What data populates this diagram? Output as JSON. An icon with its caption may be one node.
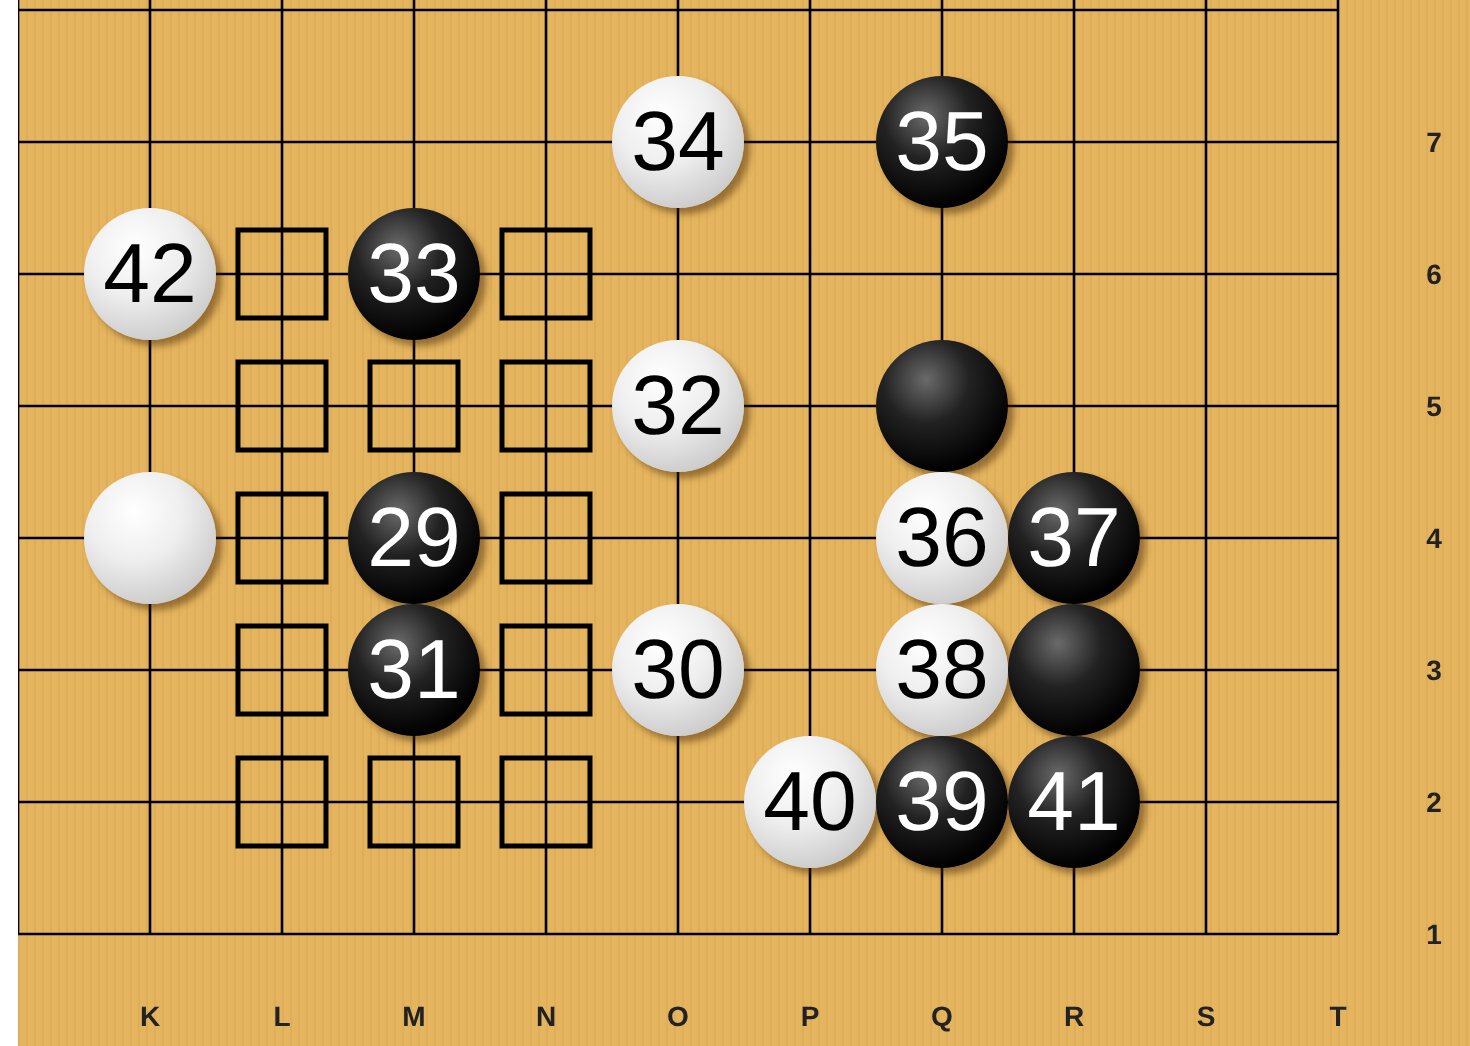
{
  "diagram": {
    "nodes": [
      {
        "text": [
          "34"
        ]
      },
      {
        "text": [
          "35"
        ]
      },
      {
        "text": [
          "42"
        ]
      },
      {
        "text": [
          "33"
        ]
      },
      {
        "text": [
          "32"
        ]
      },
      {
        "text": [],
        "shape": "circle"
      },
      {
        "text": [],
        "shape": "circle"
      },
      {
        "text": [
          "29"
        ]
      },
      {
        "text": [
          "36"
        ]
      },
      {
        "text": [
          "37"
        ]
      },
      {
        "text": [
          "31"
        ]
      },
      {
        "text": [
          "30"
        ]
      },
      {
        "text": [
          "38"
        ]
      },
      {
        "text": [],
        "shape": "circle"
      },
      {
        "text": [
          "40"
        ]
      },
      {
        "text": [
          "39"
        ]
      },
      {
        "text": [
          "41"
        ]
      }
    ],
    "edges": [],
    "labels": [
      "7",
      "6",
      "5",
      "4",
      "3",
      "2",
      "1",
      "K",
      "L",
      "M",
      "N",
      "O",
      "P",
      "Q",
      "R",
      "S",
      "T"
    ]
  }
}
